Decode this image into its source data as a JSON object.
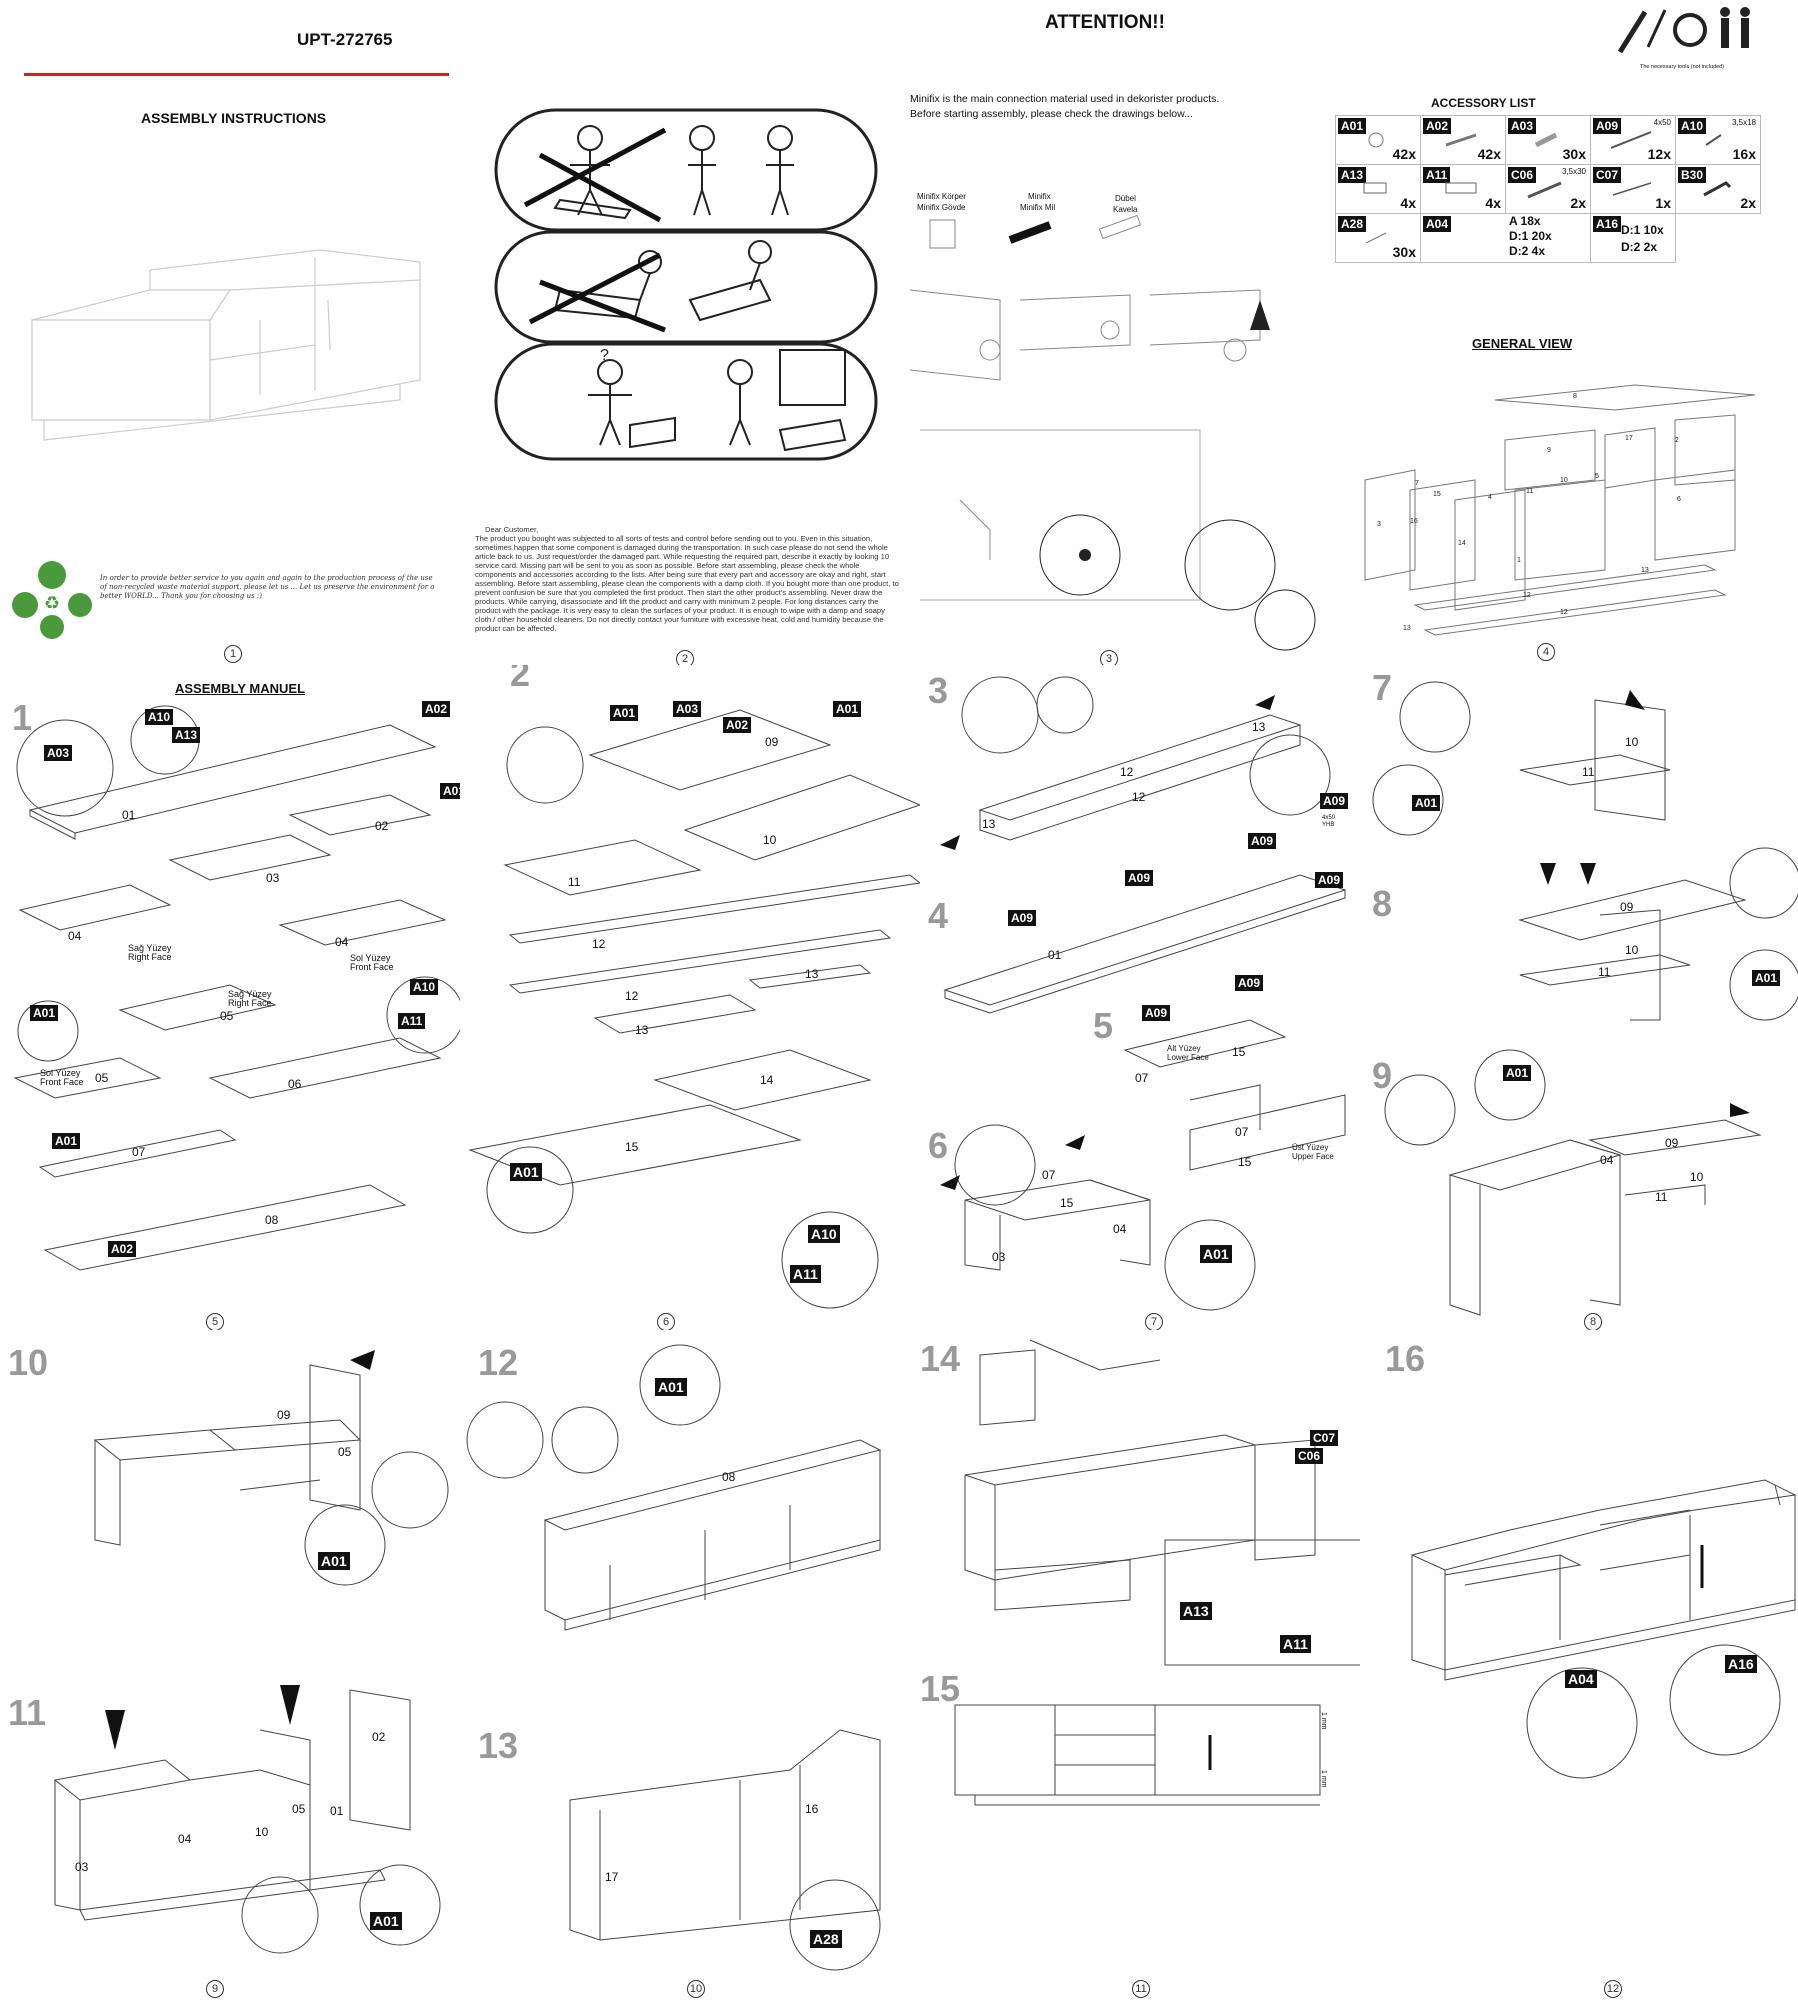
{
  "header": {
    "product_code": "UPT-272765",
    "assembly_title": "ASSEMBLY INSTRUCTIONS",
    "attention": "ATTENTION!!",
    "tools_note": "The necessary tools (not included)"
  },
  "recycle_note": "In order to provide better service to you again and again to the production process of the use of non-recycled waste material support, please let us ... Let us preserve the environment for a better WORLD... Thank you for choosing us :)",
  "customer_note": {
    "greeting": "Dear Customer,",
    "body": "The product you bought was subjected to all sorts of tests and control before sending out to you. Even in this situation, sometimes happen that some component is damaged during the transportation. In such case please do not send the whole article back to us. Just request/order the damaged part. While requesting the required part, describe it exactly by looking 10 service card. Missing part will be sent to you as soon as possible. Before start assembling, please check the whole components and accessories according to the lists. After being sure that every part and accessory are okay and right, start assembling. Before start assembling, please clean the components with a damp cloth. If you bought more than one product, to prevent confusion be sure that you completed the first product. Then start the other product's assembling. Never draw the products. While carrying, disassociate and lift the product and carry with minimum 2 people. For long distances carry the product with the package. It is very easy to clean the surfaces of your product. It is enough to wipe with a damp and soapy cloth / other household cleaners. Do not directly contact your furniture with excessive heat, cold and humidity because the product can be affected."
  },
  "minifix": {
    "intro_line1": "Minifix is the main connection material used in dekorister products.",
    "intro_line2": "Before starting assembly, please check the drawings below...",
    "label_body_1": "Minifix Körper",
    "label_body_2": "Minifix Gövde",
    "label_pin_1": "Minifix",
    "label_pin_2": "Minifix Mil",
    "label_dowel_1": "Dübel",
    "label_dowel_2": "Kavela"
  },
  "accessory_list": {
    "title": "ACCESSORY LIST",
    "rows": [
      [
        {
          "code": "A01",
          "qty": "42x",
          "size": ""
        },
        {
          "code": "A02",
          "qty": "42x",
          "size": ""
        },
        {
          "code": "A03",
          "qty": "30x",
          "size": ""
        },
        {
          "code": "A09",
          "qty": "12x",
          "size": "4x50"
        },
        {
          "code": "A10",
          "qty": "16x",
          "size": "3,5x18"
        }
      ],
      [
        {
          "code": "A13",
          "qty": "4x",
          "size": ""
        },
        {
          "code": "A11",
          "qty": "4x",
          "size": ""
        },
        {
          "code": "C06",
          "qty": "2x",
          "size": "3,5x30"
        },
        {
          "code": "C07",
          "qty": "1x",
          "size": ""
        },
        {
          "code": "B30",
          "qty": "2x",
          "size": ""
        }
      ],
      [
        {
          "code": "A28",
          "qty": "30x",
          "size": ""
        },
        {
          "code": "A04",
          "qty": "",
          "size": ""
        },
        {
          "code": "A16",
          "qty": "",
          "size": ""
        }
      ]
    ],
    "a04_lines": [
      "A 18x",
      "D:1 20x",
      "D:2 4x"
    ],
    "a16_lines": [
      "D:1 10x",
      "D:2 2x"
    ]
  },
  "general_view": {
    "title": "GENERAL VIEW",
    "labels": [
      "8",
      "9",
      "17",
      "2",
      "7",
      "10",
      "5",
      "15",
      "4",
      "11",
      "6",
      "3",
      "16",
      "14",
      "1",
      "13",
      "12",
      "12",
      "13"
    ]
  },
  "page_numbers": [
    "1",
    "2",
    "3",
    "4",
    "5",
    "6",
    "7",
    "8",
    "9",
    "10",
    "11",
    "12"
  ],
  "assembly_manuel_title": "ASSEMBLY MANUEL",
  "steps": {
    "s1": "1",
    "s2": "2",
    "s3": "3",
    "s4": "4",
    "s5": "5",
    "s6": "6",
    "s7": "7",
    "s8": "8",
    "s9": "9",
    "s10": "10",
    "s11": "11",
    "s12": "12",
    "s13": "13",
    "s14": "14",
    "s15": "15",
    "s16": "16"
  },
  "face_labels": {
    "right_face_tr": "Sağ Yüzey",
    "right_face_en": "Right Face",
    "left_front_tr": "Sol Yüzey",
    "left_front_en": "Front Face",
    "lower_face_tr": "Alt Yüzey",
    "lower_face_en": "Lower Face",
    "upper_face_tr": "Üst Yüzey",
    "upper_face_en": "Upper Face",
    "screw_size": "4x50",
    "screw_type": "YHB"
  },
  "fasteners": {
    "a01": "A01",
    "a02": "A02",
    "a03": "A03",
    "a09": "A09",
    "a10": "A10",
    "a11": "A11",
    "a13": "A13",
    "a28": "A28",
    "a04": "A04",
    "a16": "A16",
    "c06": "C06",
    "c07": "C07"
  },
  "parts": {
    "p01": "01",
    "p02": "02",
    "p03": "03",
    "p04": "04",
    "p05": "05",
    "p06": "06",
    "p07": "07",
    "p08": "08",
    "p09": "09",
    "p10": "10",
    "p11": "11",
    "p12": "12",
    "p13": "13",
    "p14": "14",
    "p15": "15",
    "p16": "16",
    "p17": "17"
  },
  "gap_label": "1 mm"
}
